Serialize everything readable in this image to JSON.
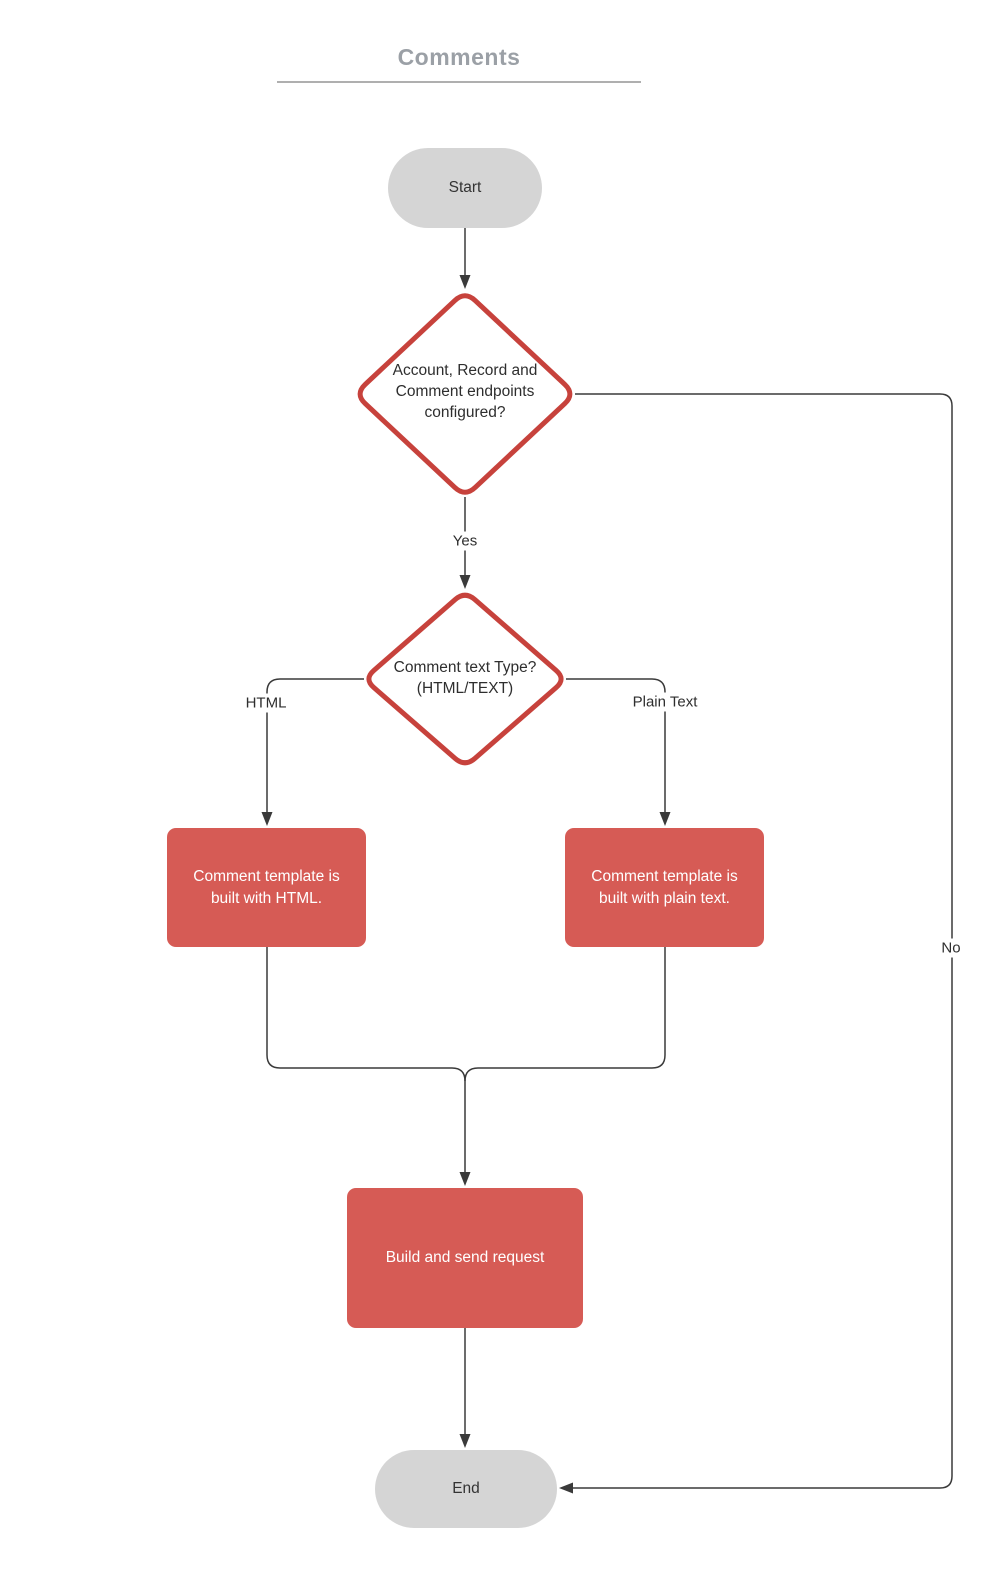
{
  "title": {
    "text": "Comments"
  },
  "nodes": {
    "start": {
      "label": "Start",
      "type": "terminator"
    },
    "decision_endpoints": {
      "label": "Account, Record and Comment endpoints configured?",
      "type": "decision"
    },
    "decision_text_type": {
      "label": "Comment text Type? (HTML/TEXT)",
      "type": "decision"
    },
    "process_html": {
      "label": "Comment  template is built with HTML.",
      "type": "process"
    },
    "process_plain_text": {
      "label": "Comment  template is built with plain text.",
      "type": "process"
    },
    "process_build_request": {
      "label": "Build and send request",
      "type": "process"
    },
    "end": {
      "label": "End",
      "type": "terminator"
    }
  },
  "edge_labels": {
    "yes": "Yes",
    "no": "No",
    "html": "HTML",
    "plain_text": "Plain Text"
  },
  "colors": {
    "process_fill": "#D65B55",
    "process_border": "#CE4F49",
    "decision_stroke": "#C7423C",
    "decision_fill": "#FFFFFF",
    "terminator_fill": "#D5D5D5",
    "connector": "#3A3A3A",
    "title_text": "#9BA0A6"
  }
}
